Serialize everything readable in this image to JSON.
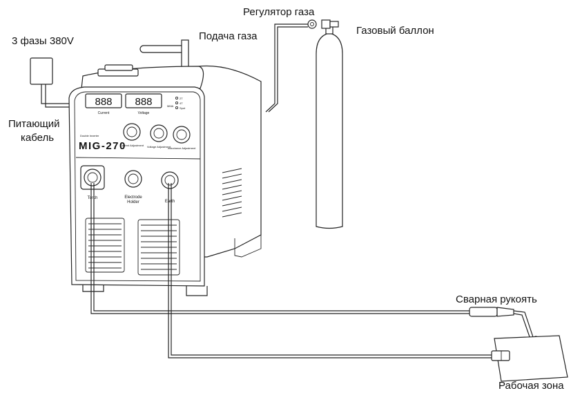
{
  "labels": {
    "power": "3 фазы 380V",
    "cable_line1": "Питающий",
    "cable_line2": "кабель",
    "gas_feed": "Подача газа",
    "gas_regulator": "Регулятор газа",
    "gas_cylinder": "Газовый баллон",
    "welding_torch": "Сварная рукоять",
    "work_zone": "Рабочая зона"
  },
  "machine": {
    "brand_small": "Double Inverter",
    "model": "MIG-270",
    "display_current_digits": "888",
    "display_voltage_digits": "888",
    "current_label": "Current",
    "voltage_label": "Voltage",
    "mma_label": "MMA",
    "knob1_label": "Current Adjustment",
    "knob2_label": "Voltage Adjustment",
    "knob3_label": "Inductance Adjustment",
    "socket_torch": "Torch",
    "socket_electrode_line1": "Electrode",
    "socket_electrode_line2": "Holder",
    "socket_earth": "Earth",
    "indicator_labels": [
      "2T",
      "4T",
      "Spot"
    ]
  }
}
